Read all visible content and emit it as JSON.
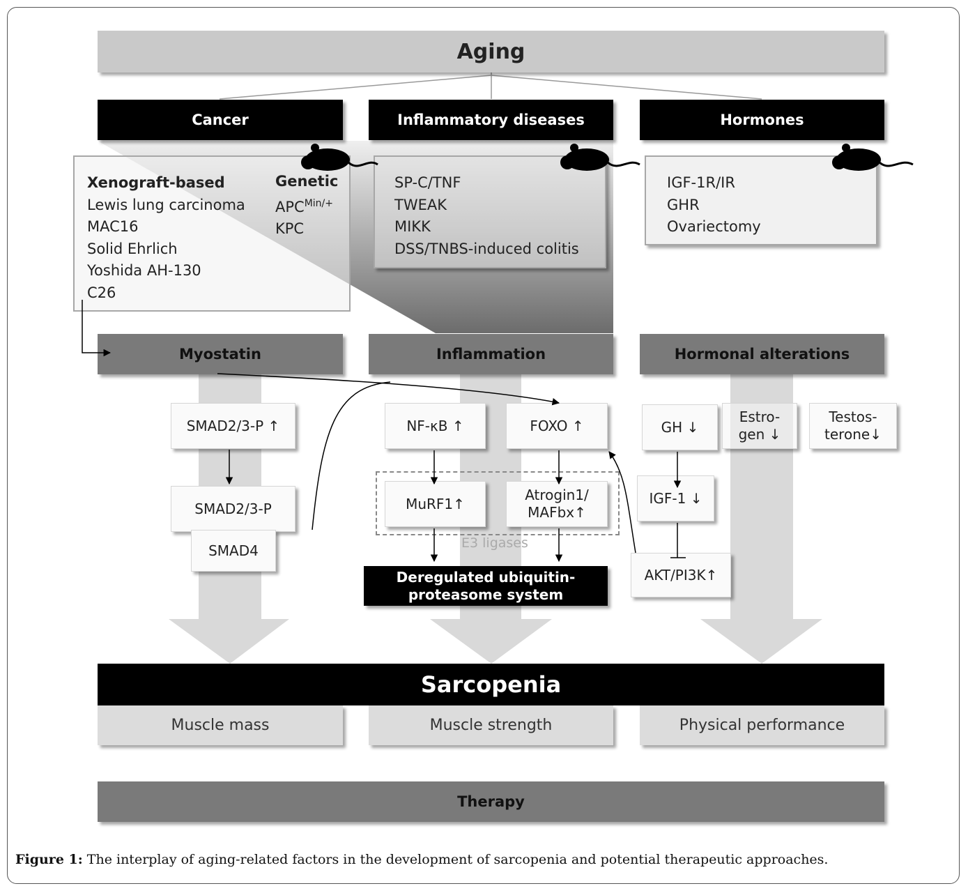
{
  "title": "Aging",
  "categories": {
    "cancer": "Cancer",
    "inflammatory": "Inflammatory diseases",
    "hormones": "Hormones"
  },
  "cancer_models": {
    "xenograft_heading": "Xenograft-based",
    "xenograft_items": [
      "Lewis lung carcinoma",
      "MAC16",
      "Solid Ehrlich",
      "Yoshida AH-130",
      "C26"
    ],
    "genetic_heading": "Genetic",
    "genetic_apc": "APC",
    "genetic_apc_sup": "Min/+",
    "genetic_kpc": "KPC"
  },
  "inflammatory_models": [
    "SP-C/TNF",
    "TWEAK",
    "MIKK",
    "DSS/TNBS-induced colitis"
  ],
  "hormone_models": [
    "IGF-1R/IR",
    "GHR",
    "Ovariectomy"
  ],
  "mechanisms": {
    "myostatin": "Myostatin",
    "inflammation": "Inflammation",
    "hormonal": "Hormonal alterations"
  },
  "pathway_nodes": {
    "smad23p_up": "SMAD2/3-P",
    "smad23p": "SMAD2/3-P",
    "smad4": "SMAD4",
    "nfkb": "NF-κB",
    "foxo": "FOXO",
    "murf1": "MuRF1",
    "atrogin_line1": "Atrogin1/",
    "atrogin_line2": "MAFbx",
    "e3_label": "E3 ligases",
    "ups_line1": "Deregulated ubiquitin-",
    "ups_line2": "proteasome system",
    "gh": "GH",
    "estrogen_line1": "Estro-",
    "estrogen_line2": "gen",
    "testosterone_line1": "Testos-",
    "testosterone_line2": "terone",
    "igf1": "IGF-1",
    "akt": "AKT/PI3K"
  },
  "arrows": {
    "up": "↑",
    "down": "↓"
  },
  "outcome": {
    "title": "Sarcopenia",
    "components": [
      "Muscle mass",
      "Muscle strength",
      "Physical performance"
    ]
  },
  "therapy": "Therapy",
  "caption": {
    "label": "Figure 1:",
    "text": " The interplay of aging-related factors in the development of sarcopenia and potential therapeutic approaches."
  },
  "icons": [
    "mouse-icon"
  ]
}
